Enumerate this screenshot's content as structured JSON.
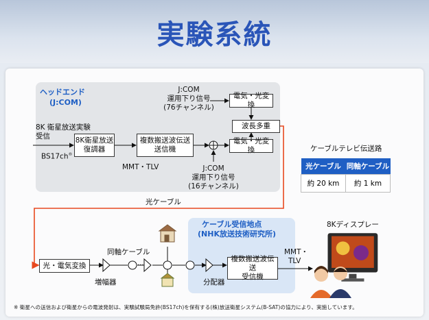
{
  "title": "実験系統",
  "headend": {
    "title_line1": "ヘッドエンド",
    "title_line2": "(J:COM)"
  },
  "receiver_site": {
    "title_line1": "ケーブル受信地点",
    "title_line2": "(NHK放送技術研究所)"
  },
  "input": {
    "line1": "8K 衛星放送実験",
    "line2": "受信",
    "bs": "BS17ch",
    "bs_mark": "®"
  },
  "boxes": {
    "satellite_demod": [
      "8K衛星放送",
      "復調器"
    ],
    "multi_carrier_tx": [
      "複数搬送波伝送",
      "送信機"
    ],
    "eo_converter_top": "電気・光変換",
    "wavelength_mux": "波長多重",
    "eo_converter_bottom": "電気・光変換",
    "oe_converter": "光・電気変換",
    "multi_carrier_rx": [
      "複数搬送波伝送",
      "受信機"
    ]
  },
  "labels": {
    "mmt_tlv": "MMT・TLV",
    "jcom_downlink_76": [
      "J:COM",
      "運用下り信号",
      "(76チャンネル)"
    ],
    "jcom_downlink_16": [
      "J:COM",
      "運用下り信号",
      "(16チャンネル)"
    ],
    "optical_cable": "光ケーブル",
    "coax_cable": "同軸ケーブル",
    "amplifier": "増幅器",
    "splitter": "分配器",
    "mmt_tlv_out": [
      "MMT・",
      "TLV"
    ],
    "display": "8Kディスプレー"
  },
  "legend": {
    "title": "ケーブルテレビ伝送路",
    "headers": [
      "光ケーブル",
      "同軸ケーブル"
    ],
    "values": [
      "約 20 km",
      "約 1 km"
    ]
  },
  "footnote": "※ 衛星への送信および衛星からの電波発射は、実験試験局免許(BS17ch)を保有する(株)放送衛星システム(B-SAT)の協力により、実施しています。",
  "colors": {
    "title": "#2a55b8",
    "accent_blue": "#1f5fc4",
    "optical_line": "#e8481e"
  }
}
